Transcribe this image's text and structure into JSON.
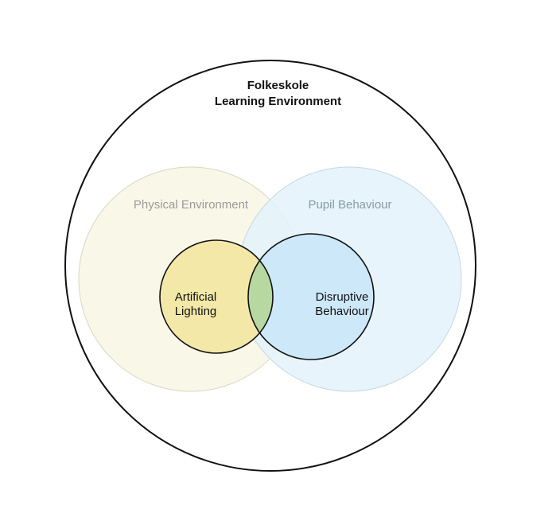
{
  "diagram": {
    "title_line1": "Folkeskole",
    "title_line2": "Learning Environment",
    "sets": {
      "physical_environment": "Physical Environment",
      "pupil_behaviour": "Pupil Behaviour"
    },
    "subsets": {
      "artificial_lighting_line1": "Artificial",
      "artificial_lighting_line2": "Lighting",
      "disruptive_behaviour_line1": "Disruptive",
      "disruptive_behaviour_line2": "Behaviour"
    },
    "colors": {
      "outer_border": "#111111",
      "physical_fill": "#f7f6e6",
      "physical_stroke": "#d9d8c4",
      "physical_label": "#9a9a9a",
      "pupil_fill": "#e3f2fb",
      "pupil_stroke": "#c5d8e3",
      "pupil_label": "#8a9aa6",
      "artificial_fill": "#f3e8a8",
      "disruptive_fill": "#cde8f8",
      "overlap_fill": "#b7d8a1",
      "inner_stroke": "#111111"
    }
  }
}
